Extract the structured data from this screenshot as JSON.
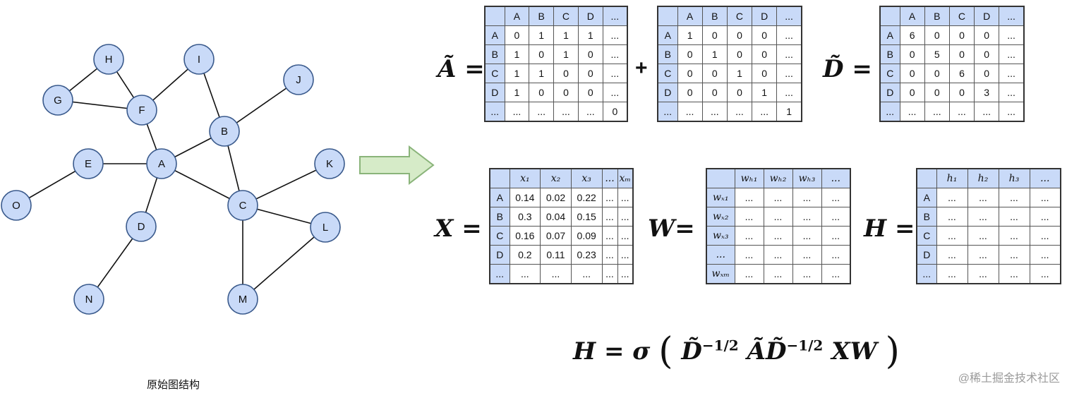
{
  "graph": {
    "nodes": [
      "H",
      "I",
      "G",
      "F",
      "J",
      "B",
      "E",
      "A",
      "K",
      "O",
      "C",
      "D",
      "L",
      "N",
      "M"
    ],
    "caption": "原始图结构"
  },
  "matrices": {
    "a_tilde": {
      "label": "Ã",
      "header": [
        "",
        "A",
        "B",
        "C",
        "D",
        "..."
      ],
      "rows": [
        [
          "A",
          "0",
          "1",
          "1",
          "1",
          "..."
        ],
        [
          "B",
          "1",
          "0",
          "1",
          "0",
          "..."
        ],
        [
          "C",
          "1",
          "1",
          "0",
          "0",
          "..."
        ],
        [
          "D",
          "1",
          "0",
          "0",
          "0",
          "..."
        ],
        [
          "...",
          "...",
          "...",
          "...",
          "...",
          "0"
        ]
      ]
    },
    "identity": {
      "header": [
        "",
        "A",
        "B",
        "C",
        "D",
        "..."
      ],
      "rows": [
        [
          "A",
          "1",
          "0",
          "0",
          "0",
          "..."
        ],
        [
          "B",
          "0",
          "1",
          "0",
          "0",
          "..."
        ],
        [
          "C",
          "0",
          "0",
          "1",
          "0",
          "..."
        ],
        [
          "D",
          "0",
          "0",
          "0",
          "1",
          "..."
        ],
        [
          "...",
          "...",
          "...",
          "...",
          "...",
          "1"
        ]
      ]
    },
    "d_tilde": {
      "label": "D̃",
      "header": [
        "",
        "A",
        "B",
        "C",
        "D",
        "..."
      ],
      "rows": [
        [
          "A",
          "6",
          "0",
          "0",
          "0",
          "..."
        ],
        [
          "B",
          "0",
          "5",
          "0",
          "0",
          "..."
        ],
        [
          "C",
          "0",
          "0",
          "6",
          "0",
          "..."
        ],
        [
          "D",
          "0",
          "0",
          "0",
          "3",
          "..."
        ],
        [
          "...",
          "...",
          "...",
          "...",
          "...",
          "..."
        ]
      ]
    },
    "x": {
      "label": "X",
      "header": [
        "",
        "x₁",
        "x₂",
        "x₃",
        "...",
        "xₘ"
      ],
      "rows": [
        [
          "A",
          "0.14",
          "0.02",
          "0.22",
          "...",
          "..."
        ],
        [
          "B",
          "0.3",
          "0.04",
          "0.15",
          "...",
          "..."
        ],
        [
          "C",
          "0.16",
          "0.07",
          "0.09",
          "...",
          "..."
        ],
        [
          "D",
          "0.2",
          "0.11",
          "0.23",
          "...",
          "..."
        ],
        [
          "...",
          "...",
          "...",
          "...",
          "...",
          "..."
        ]
      ]
    },
    "w": {
      "label": "W",
      "header": [
        "",
        "wₕ₁",
        "wₕ₂",
        "wₕ₃",
        "..."
      ],
      "rows": [
        [
          "wₓ₁",
          "...",
          "...",
          "...",
          "..."
        ],
        [
          "wₓ₂",
          "...",
          "...",
          "...",
          "..."
        ],
        [
          "wₓ₃",
          "...",
          "...",
          "...",
          "..."
        ],
        [
          "...",
          "...",
          "...",
          "...",
          "..."
        ],
        [
          "wₓₘ",
          "...",
          "...",
          "...",
          "..."
        ]
      ]
    },
    "h": {
      "label": "H",
      "header": [
        "",
        "h₁",
        "h₂",
        "h₃",
        "..."
      ],
      "rows": [
        [
          "A",
          "...",
          "...",
          "...",
          "..."
        ],
        [
          "B",
          "...",
          "...",
          "...",
          "..."
        ],
        [
          "C",
          "...",
          "...",
          "...",
          "..."
        ],
        [
          "D",
          "...",
          "...",
          "...",
          "..."
        ],
        [
          "...",
          "...",
          "...",
          "...",
          "..."
        ]
      ]
    }
  },
  "plus_sign": "+",
  "equals_sign": "=",
  "formula": {
    "lhs": "H = σ",
    "d1": "D̃",
    "exp1": "−1/2",
    "a": "Ã",
    "d2": "D̃",
    "exp2": "−1/2",
    "tail": "XW"
  },
  "watermark": "@稀土掘金技术社区"
}
